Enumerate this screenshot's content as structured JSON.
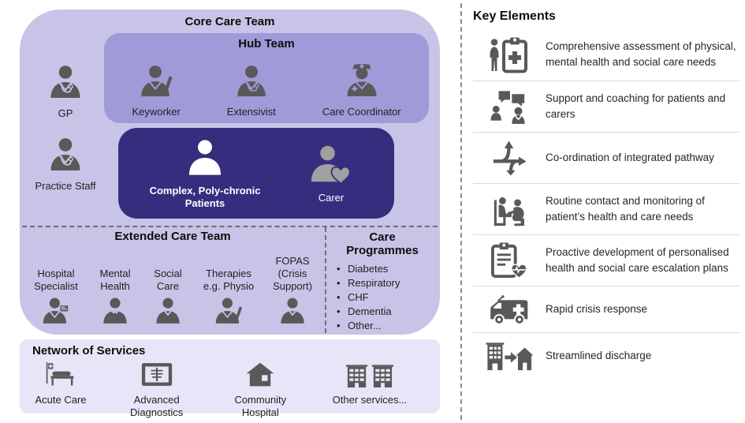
{
  "colors": {
    "outer_box": "#c8c4e7",
    "hub_box": "#a19ad9",
    "patients_box": "#352e7e",
    "network_box": "#e7e5f7",
    "icon_gray": "#595959",
    "carer_gray": "#a0a0a0",
    "dashed_line": "#6f6f6f",
    "row_divider": "#d9d9d9",
    "text": "#262626"
  },
  "core": {
    "title": "Core Care Team",
    "primary_members": [
      {
        "label": "GP",
        "icon": "gp-doctor-icon"
      },
      {
        "label": "Practice Staff",
        "icon": "practice-staff-icon"
      }
    ],
    "hub": {
      "title": "Hub Team",
      "members": [
        {
          "label": "Keyworker",
          "icon": "keyworker-icon"
        },
        {
          "label": "Extensivist",
          "icon": "extensivist-icon"
        },
        {
          "label": "Care Coordinator",
          "icon": "care-coordinator-icon"
        }
      ]
    },
    "patients": {
      "members": [
        {
          "label": "Complex, Poly-chronic Patients",
          "icon": "patient-icon"
        },
        {
          "label": "Carer",
          "icon": "carer-heart-icon"
        }
      ]
    },
    "extended": {
      "title": "Extended Care Team",
      "members": [
        {
          "label": "Hospital Specialist",
          "icon": "hospital-specialist-icon"
        },
        {
          "label": "Mental Health",
          "icon": "mental-health-icon"
        },
        {
          "label": "Social Care",
          "icon": "social-care-icon"
        },
        {
          "label": "Therapies e.g. Physio",
          "icon": "therapies-physio-icon"
        },
        {
          "label": "FOPAS (Crisis Support)",
          "icon": "fopas-crisis-icon"
        }
      ]
    },
    "programmes": {
      "title": "Care Programmes",
      "items": [
        "Diabetes",
        "Respiratory",
        "CHF",
        "Dementia",
        "Other..."
      ]
    }
  },
  "network": {
    "title": "Network of Services",
    "items": [
      {
        "label": "Acute Care",
        "icon": "hospital-bed-icon"
      },
      {
        "label": "Advanced Diagnostics",
        "icon": "xray-diagnostics-icon"
      },
      {
        "label": "Community Hospital",
        "icon": "community-hospital-icon"
      },
      {
        "label": "Other services...",
        "icon": "buildings-icon"
      }
    ]
  },
  "key_elements": {
    "title": "Key Elements",
    "items": [
      {
        "icon": "assessment-clipboard-icon",
        "text": "Comprehensive assessment of physical, mental health and social care needs"
      },
      {
        "icon": "support-coaching-icon",
        "text": "Support and coaching for patients and carers"
      },
      {
        "icon": "coordination-arrows-icon",
        "text": "Co-ordination of integrated pathway"
      },
      {
        "icon": "routine-monitoring-icon",
        "text": "Routine contact and monitoring of patient’s health and care needs"
      },
      {
        "icon": "escalation-plan-icon",
        "text": "Proactive development of personalised health and social care escalation plans"
      },
      {
        "icon": "ambulance-icon",
        "text": "Rapid crisis response"
      },
      {
        "icon": "discharge-icon",
        "text": "Streamlined discharge"
      }
    ]
  }
}
